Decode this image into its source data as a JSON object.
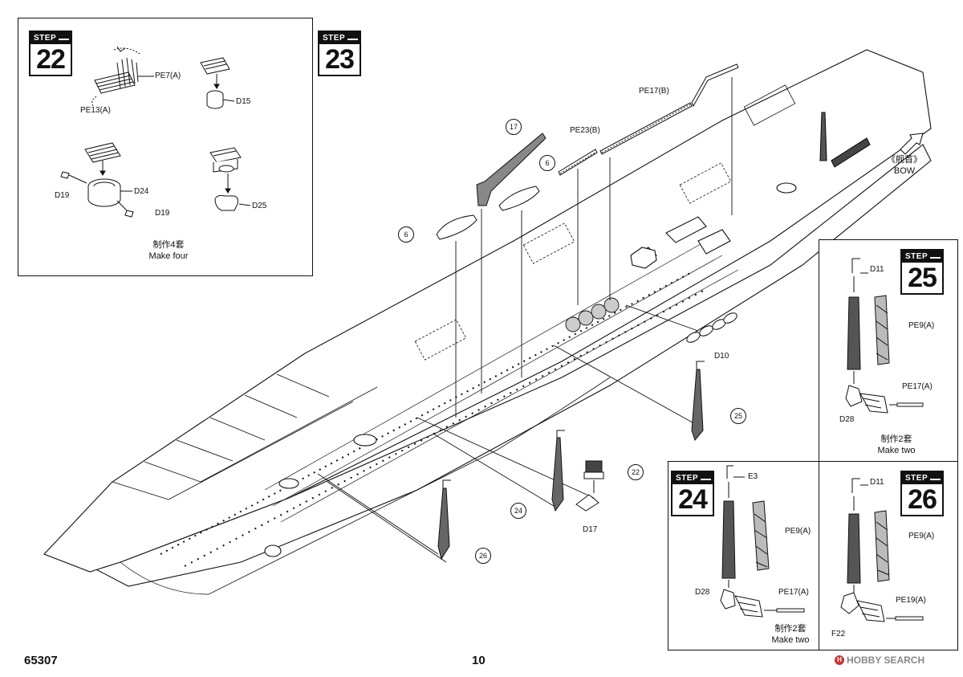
{
  "steps": {
    "s22": {
      "label": "STEP",
      "number": "22"
    },
    "s23": {
      "label": "STEP",
      "number": "23"
    },
    "s24": {
      "label": "STEP",
      "number": "24"
    },
    "s25": {
      "label": "STEP",
      "number": "25"
    },
    "s26": {
      "label": "STEP",
      "number": "26"
    }
  },
  "step22": {
    "pe7": "PE7(A)",
    "pe13": "PE13(A)",
    "d15": "D15",
    "d19a": "D19",
    "d24": "D24",
    "d19b": "D19",
    "d25": "D25",
    "note_cn": "制作4套",
    "note_en": "Make four"
  },
  "step23": {
    "pe17b": "PE17(B)",
    "pe23b": "PE23(B)",
    "c17": "17",
    "c6a": "6",
    "c6b": "6",
    "bow_cn": "《舰首》",
    "bow_en": "BOW",
    "d10": "D10",
    "c25": "25",
    "c22": "22",
    "c24": "24",
    "d17": "D17",
    "c26": "26"
  },
  "step25": {
    "d11": "D11",
    "pe9": "PE9(A)",
    "pe17": "PE17(A)",
    "d28": "D28",
    "note_cn": "制作2套",
    "note_en": "Make two"
  },
  "step24": {
    "e3": "E3",
    "pe9": "PE9(A)",
    "pe17": "PE17(A)",
    "d28": "D28",
    "note_cn": "制作2套",
    "note_en": "Make two"
  },
  "step26": {
    "d11": "D11",
    "pe9": "PE9(A)",
    "pe19": "PE19(A)",
    "f22": "F22"
  },
  "footer": {
    "code": "65307",
    "page": "10",
    "watermark": "HOBBY SEARCH",
    "watermark_logo": "H"
  }
}
